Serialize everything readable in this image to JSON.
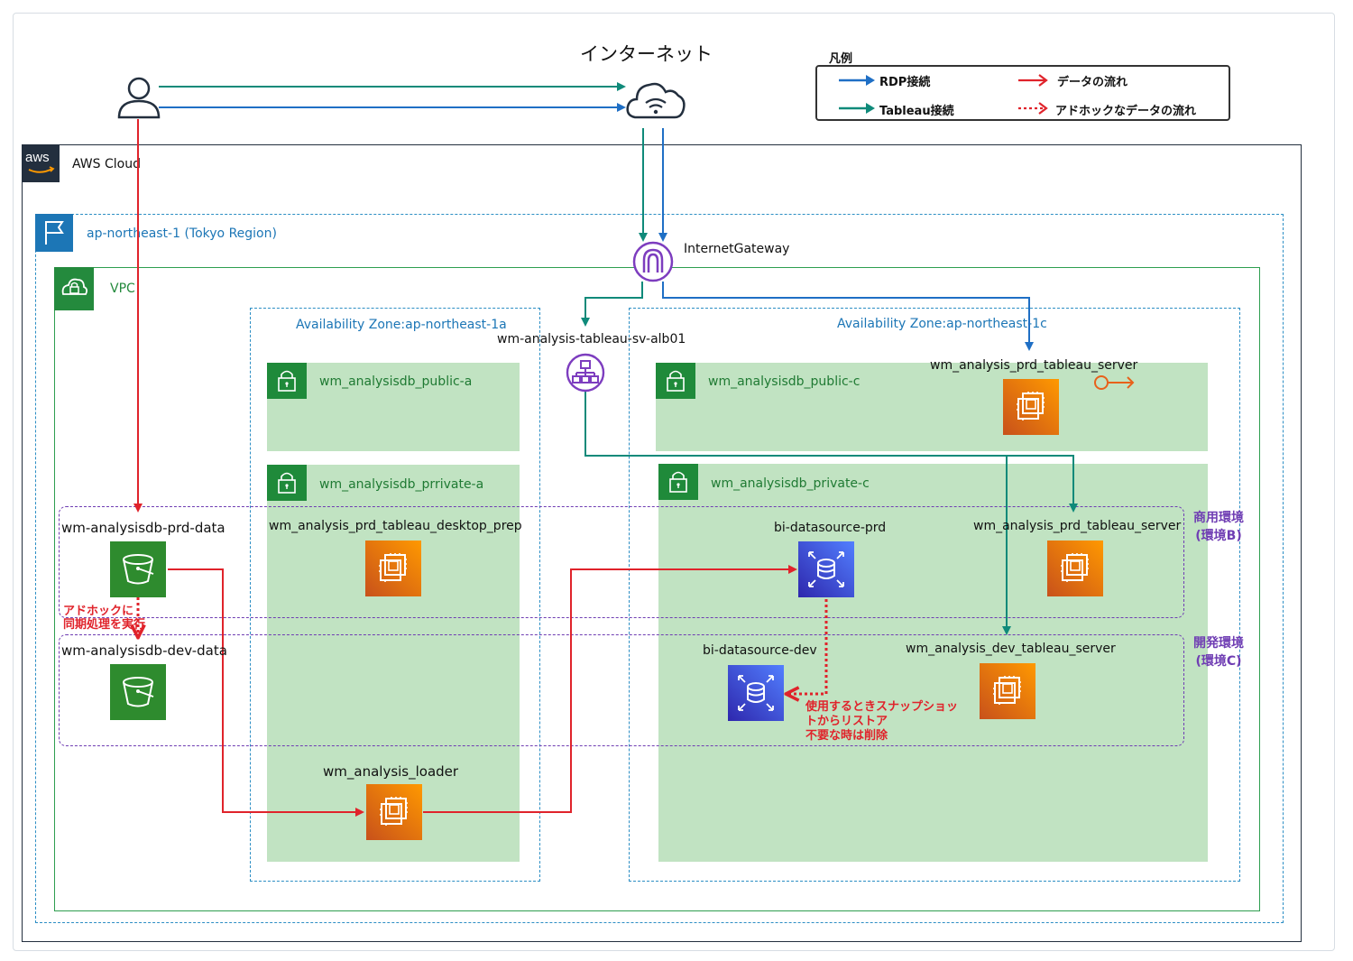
{
  "labels": {
    "internet": "インターネット",
    "aws_cloud": "AWS Cloud",
    "region": "ap-northeast-1 (Tokyo Region)",
    "vpc": "VPC",
    "igw": "InternetGateway",
    "az_a": "Availability Zone:ap-northeast-1a",
    "az_c": "Availability Zone:ap-northeast-1c",
    "alb": "wm-analysis-tableau-sv-alb01",
    "subnet_public_a": "wm_analysisdb_public-a",
    "subnet_private_a": "wm_analysisdb_prrivate-a",
    "subnet_public_c": "wm_analysisdb_public-c",
    "subnet_private_c": "wm_analysisdb_private-c",
    "prd_tableau_server_public": "wm_analysis_prd_tableau_server",
    "prd_data": "wm-analysisdb-prd-data",
    "dev_data": "wm-analysisdb-dev-data",
    "desktop_prep": "wm_analysis_prd_tableau_desktop_prep",
    "loader": "wm_analysis_loader",
    "bi_prd": "bi-datasource-prd",
    "bi_dev": "bi-datasource-dev",
    "prd_tableau_server": "wm_analysis_prd_tableau_server",
    "dev_tableau_server": "wm_analysis_dev_tableau_server",
    "env_b_line1": "商用環境",
    "env_b_line2": "(環境B)",
    "env_c_line1": "開発環境",
    "env_c_line2": "(環境C)",
    "adhoc_line1": "アドホックに",
    "adhoc_line2": "同期処理を実行",
    "snapshot_line1": "使用するときスナップショッ",
    "snapshot_line2": "トからリストア",
    "snapshot_line3": "不要な時は削除",
    "aws_logo": "aws"
  },
  "legend": {
    "title": "凡例",
    "rdp": "RDP接続",
    "tableau": "Tableau接続",
    "data_flow": "データの流れ",
    "adhoc_flow": "アドホックなデータの流れ"
  },
  "colors": {
    "rdp": "#1f6fc5",
    "tableau": "#0f8a7a",
    "data": "#e0232b",
    "vpc": "#2e9e4f",
    "region": "#2c8ec4",
    "env": "#6f3db3"
  }
}
